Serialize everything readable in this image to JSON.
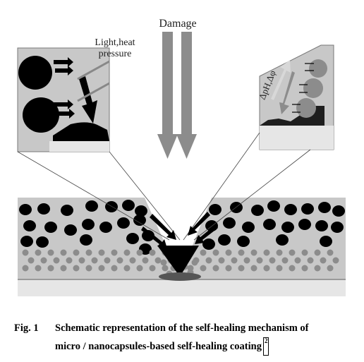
{
  "figure": {
    "labels": {
      "damage": "Damage",
      "light_heat": "Light,heat",
      "pressure": "pressure",
      "ph": "ΔpH,Δφ"
    },
    "colors": {
      "panel": "#c8c8c8",
      "capsule": "#000000",
      "particle": "#8c8c8c",
      "arrow": "#8c8c8c"
    }
  },
  "caption": {
    "number": "Fig. 1",
    "line1": "Schematic representation of the self-healing mechanism of",
    "line2": "micro / nanocapsules-based self-healing coating",
    "ref": "2"
  }
}
